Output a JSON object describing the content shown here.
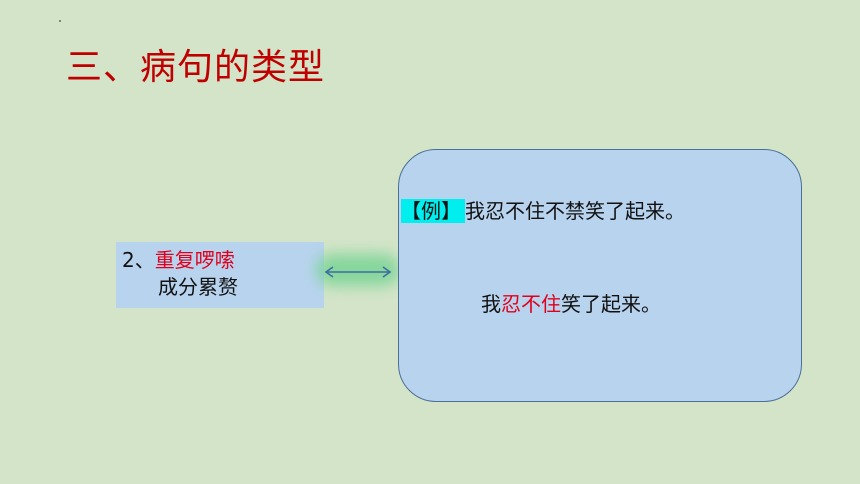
{
  "slide": {
    "title": "三、病句的类型"
  },
  "left_box": {
    "number": "2、",
    "heading": "重复啰嗦",
    "subheading": "成分累赘"
  },
  "example": {
    "tag": "【例】",
    "sentence": "我忍不住不禁笑了起来。",
    "correction_prefix": "我",
    "correction_highlight": "忍不住",
    "correction_suffix": "笑了起来。"
  },
  "colors": {
    "background": "#d3e4c8",
    "title": "#c00000",
    "highlight_text": "#e0001b",
    "box_fill": "#b8d3ee",
    "tag_fill": "#00eeee",
    "arrow": "#3d6ea1"
  }
}
